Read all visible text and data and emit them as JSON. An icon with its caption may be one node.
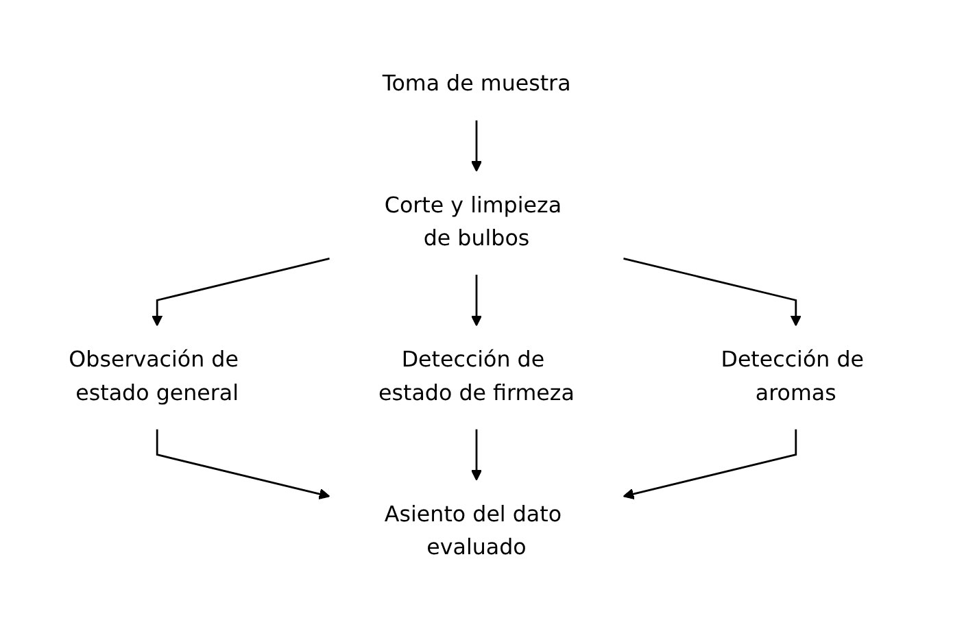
{
  "diagram": {
    "nodes": [
      {
        "text": [
          "Toma de muestra"
        ]
      },
      {
        "text": [
          "Corte y limpieza de bulbos"
        ]
      },
      {
        "text": [
          "Observación de estado general"
        ]
      },
      {
        "text": [
          "Detección de estado de firmeza"
        ]
      },
      {
        "text": [
          "Detección de aromas"
        ]
      },
      {
        "text": [
          "Asiento del dato evaluado"
        ]
      }
    ],
    "edges": [
      {
        "from": 0,
        "to": 1,
        "arrow": "to"
      },
      {
        "from": 1,
        "to": 2,
        "arrow": "to"
      },
      {
        "from": 1,
        "to": 3,
        "arrow": "to"
      },
      {
        "from": 1,
        "to": 4,
        "arrow": "to"
      },
      {
        "from": 2,
        "to": 5,
        "arrow": "to"
      },
      {
        "from": 3,
        "to": 5,
        "arrow": "to"
      },
      {
        "from": 4,
        "to": 5,
        "arrow": "to"
      }
    ]
  }
}
